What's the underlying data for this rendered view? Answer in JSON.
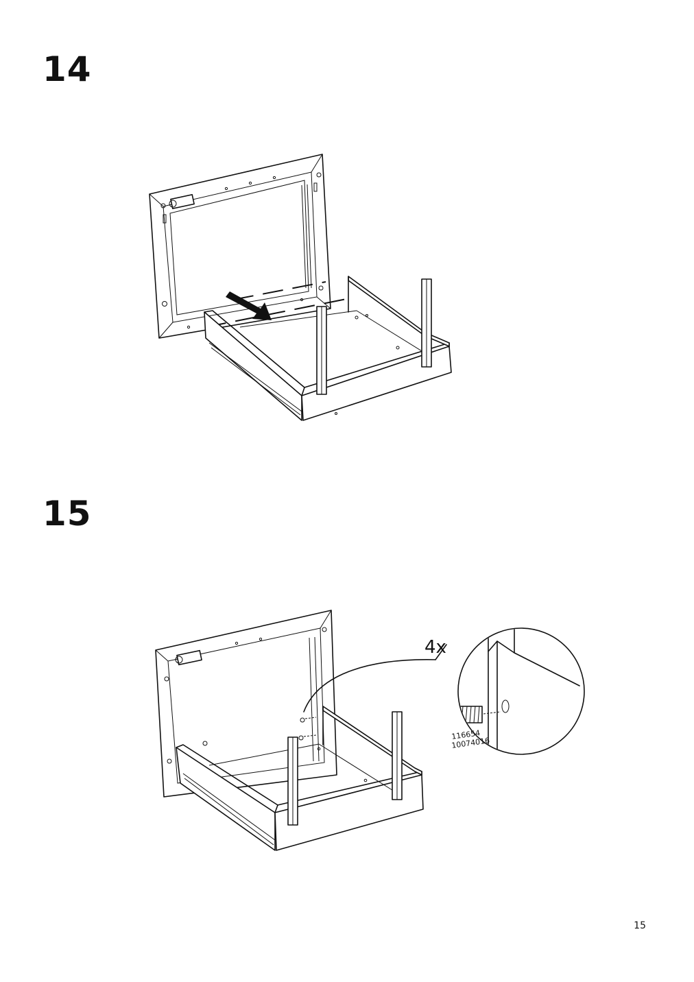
{
  "steps": [
    {
      "number": "14"
    },
    {
      "number": "15",
      "quantity": "4x",
      "part_codes": [
        "116654",
        "10074016"
      ]
    }
  ],
  "page_number": "15"
}
